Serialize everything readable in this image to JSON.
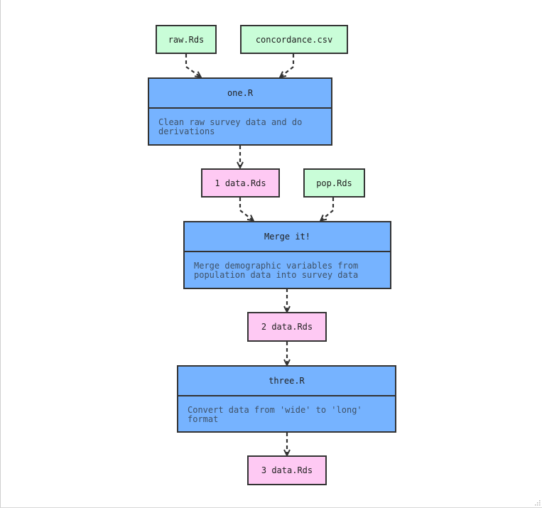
{
  "colors": {
    "input_file": "#c9fdd8",
    "output_file": "#fec9f3",
    "step": "#76b3ff",
    "border": "#333333"
  },
  "diagram": {
    "inputs": {
      "raw": "raw.Rds",
      "concordance": "concordance.csv",
      "pop": "pop.Rds"
    },
    "steps": {
      "one": {
        "title": "one.R",
        "description": "Clean raw survey data and do derivations"
      },
      "merge": {
        "title": "Merge it!",
        "description": "Merge demographic variables from population data into survey data"
      },
      "three": {
        "title": "three.R",
        "description": "Convert data from 'wide' to 'long' format"
      }
    },
    "outputs": {
      "data1": "1 data.Rds",
      "data2": "2 data.Rds",
      "data3": "3 data.Rds"
    }
  }
}
